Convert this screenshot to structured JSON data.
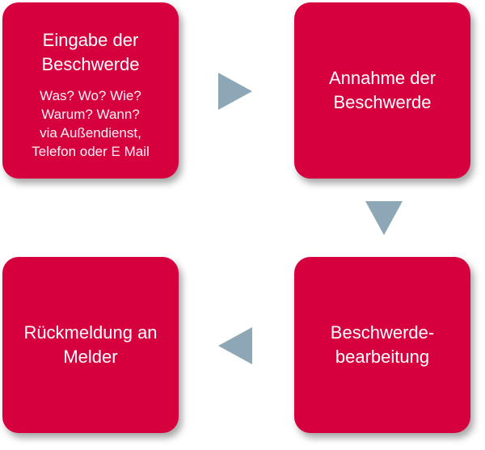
{
  "colors": {
    "box": "#d7003f",
    "box_text": "#ffffff",
    "arrow": "#8ea7b7",
    "background": "#ffffff"
  },
  "steps": [
    {
      "title": "Eingabe der\nBeschwerde",
      "description": "Was? Wo? Wie?\nWarum? Wann?\nvia Außendienst,\nTelefon oder E Mail"
    },
    {
      "title": "Annahme der\nBeschwerde"
    },
    {
      "title": "Beschwerde-\nbearbeitung"
    },
    {
      "title": "Rückmeldung an\nMelder"
    }
  ],
  "arrows": [
    {
      "icon": "triangle-right-icon",
      "direction": "right"
    },
    {
      "icon": "triangle-down-icon",
      "direction": "down"
    },
    {
      "icon": "triangle-left-icon",
      "direction": "left"
    }
  ]
}
